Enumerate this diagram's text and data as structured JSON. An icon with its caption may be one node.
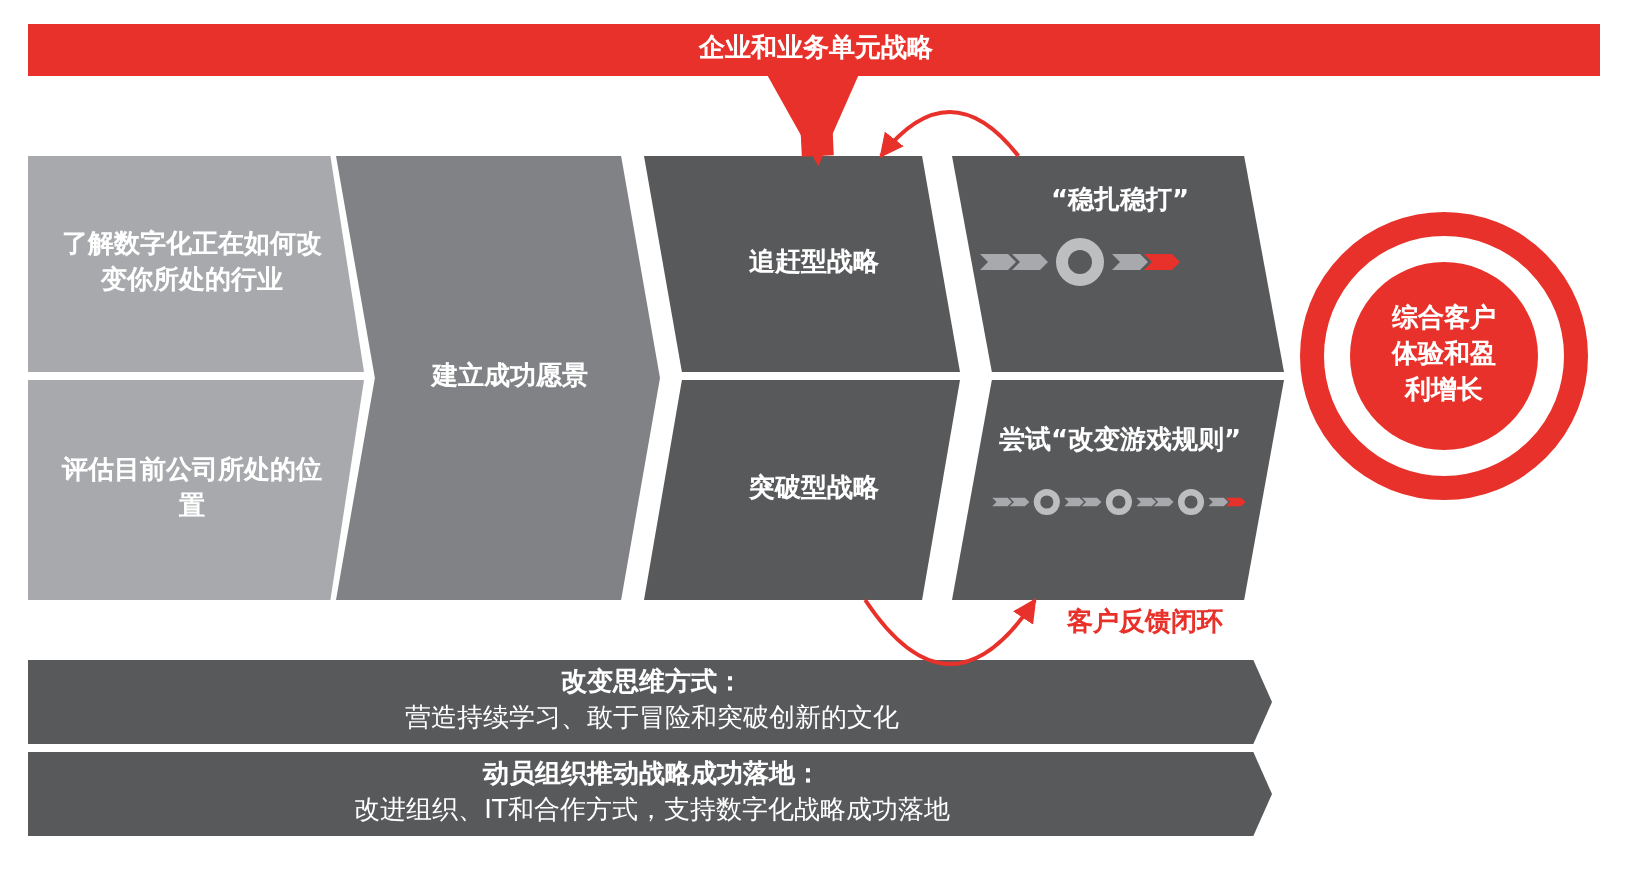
{
  "diagram": {
    "nodes": [
      {
        "text": [
          "企业和业务单元战略"
        ]
      },
      {
        "text": [
          "了解数字化正在如何改变你所处的行业"
        ]
      },
      {
        "text": [
          "评估目前公司所处的位置"
        ]
      },
      {
        "text": [
          "建立成功愿景"
        ]
      },
      {
        "text": [
          "追赶型战略"
        ]
      },
      {
        "text": [
          "突破型战略"
        ]
      },
      {
        "text": [
          "“稳扎稳打”"
        ]
      },
      {
        "text": [
          "尝试“改变游戏规则”"
        ]
      },
      {
        "text": [
          "综合客户体验和盈利增长"
        ]
      },
      {
        "text": [
          "改变思维方式：",
          "营造持续学习、敢于冒险和突破创新的文化"
        ]
      },
      {
        "text": [
          "动员组织推动战略成功落地：",
          "改进组织、IT和合作方式，支持数字化战略成功落地"
        ]
      }
    ],
    "edges": [
      {
        "from": 0,
        "to": 4,
        "arrow": "to",
        "style": "thick"
      },
      {
        "from": 6,
        "to": 4,
        "arrow": "to"
      },
      {
        "from": 5,
        "to": 7,
        "arrow": "to",
        "label": "客户反馈闭环"
      }
    ]
  }
}
